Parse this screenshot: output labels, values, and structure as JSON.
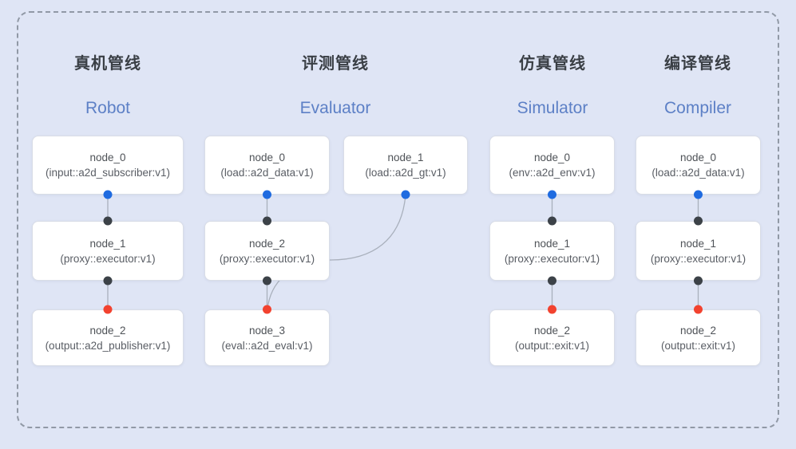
{
  "frame": {
    "background": "#dfe5f5",
    "border_color": "#9199a6"
  },
  "colors": {
    "edge": "#a9b0bc",
    "port_source": "#1f6be0",
    "port_mid": "#3c4248",
    "port_sink": "#f2422f",
    "header_zh": "#3a3f45",
    "header_en": "#5d80c6"
  },
  "pipelines": [
    {
      "title_zh": "真机管线",
      "title_en": "Robot",
      "nodes": [
        {
          "line1": "node_0",
          "line2": "(input::a2d_subscriber:v1)"
        },
        {
          "line1": "node_1",
          "line2": "(proxy::executor:v1)"
        },
        {
          "line1": "node_2",
          "line2": "(output::a2d_publisher:v1)"
        }
      ]
    },
    {
      "title_zh": "评测管线",
      "title_en": "Evaluator",
      "nodes": [
        {
          "line1": "node_0",
          "line2": "(load::a2d_data:v1)"
        },
        {
          "line1": "node_1",
          "line2": "(load::a2d_gt:v1)"
        },
        {
          "line1": "node_2",
          "line2": "(proxy::executor:v1)"
        },
        {
          "line1": "node_3",
          "line2": "(eval::a2d_eval:v1)"
        }
      ]
    },
    {
      "title_zh": "仿真管线",
      "title_en": "Simulator",
      "nodes": [
        {
          "line1": "node_0",
          "line2": "(env::a2d_env:v1)"
        },
        {
          "line1": "node_1",
          "line2": "(proxy::executor:v1)"
        },
        {
          "line1": "node_2",
          "line2": "(output::exit:v1)"
        }
      ]
    },
    {
      "title_zh": "编译管线",
      "title_en": "Compiler",
      "nodes": [
        {
          "line1": "node_0",
          "line2": "(load::a2d_data:v1)"
        },
        {
          "line1": "node_1",
          "line2": "(proxy::executor:v1)"
        },
        {
          "line1": "node_2",
          "line2": "(output::exit:v1)"
        }
      ]
    }
  ],
  "edges": [
    {
      "from": "robot.node_0",
      "to": "robot.node_1"
    },
    {
      "from": "robot.node_1",
      "to": "robot.node_2"
    },
    {
      "from": "evaluator.node_0",
      "to": "evaluator.node_2"
    },
    {
      "from": "evaluator.node_1",
      "to": "evaluator.node_3"
    },
    {
      "from": "evaluator.node_2",
      "to": "evaluator.node_3"
    },
    {
      "from": "simulator.node_0",
      "to": "simulator.node_1"
    },
    {
      "from": "simulator.node_1",
      "to": "simulator.node_2"
    },
    {
      "from": "compiler.node_0",
      "to": "compiler.node_1"
    },
    {
      "from": "compiler.node_1",
      "to": "compiler.node_2"
    }
  ]
}
